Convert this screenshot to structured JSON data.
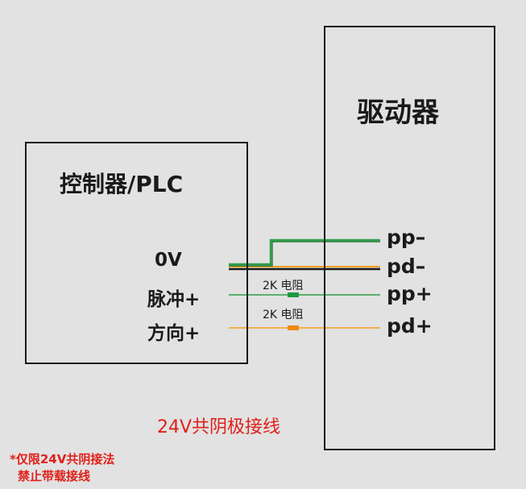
{
  "colors": {
    "background": "#e2e2e2",
    "green": "#2e9e4a",
    "dark_green": "#1d7a36",
    "orange": "#f4a11a",
    "dark_orange": "#c77a10",
    "black": "#1a1a1a",
    "red": "#e0201a"
  },
  "controller": {
    "title": "控制器/PLC",
    "pins": {
      "zero_v": "0V",
      "pulse": "脉冲+",
      "direction": "方向+"
    }
  },
  "driver": {
    "title": "驱动器",
    "pins": {
      "pp_minus": "pp–",
      "pd_minus": "pd–",
      "pp_plus": "pp+",
      "pd_plus": "pd+"
    }
  },
  "resistors": {
    "pulse_label": "2K  电阻",
    "direction_label": "2K  电阻"
  },
  "notes": {
    "wiring_mode": "24V共阴极接线",
    "warning_line1": "*仅限24V共阴接法",
    "warning_line2": "禁止带载接线"
  }
}
